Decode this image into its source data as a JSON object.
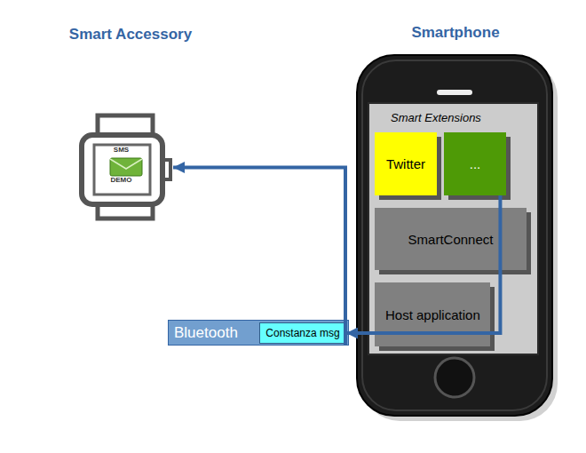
{
  "diagram": {
    "nodes": [
      {
        "text": [
          "SMS",
          "DEMO"
        ]
      },
      {
        "text": [
          "Smart Extensions"
        ]
      },
      {
        "text": [
          "Twitter"
        ],
        "in": 1
      },
      {
        "text": [
          "..."
        ],
        "in": 1
      },
      {
        "text": [
          "SmartConnect"
        ],
        "in": 1
      },
      {
        "text": [
          "Host application"
        ],
        "in": 1
      },
      {
        "text": [
          "Bluetooth"
        ]
      },
      {
        "text": [
          "Constanza msg"
        ],
        "in": 6
      }
    ],
    "edges": [
      {
        "from": 3,
        "to": 7,
        "arrow": "to"
      },
      {
        "from": 6,
        "to": 0,
        "arrow": "to"
      }
    ],
    "labels": [
      "Smart Accessory",
      "Smartphone"
    ]
  }
}
